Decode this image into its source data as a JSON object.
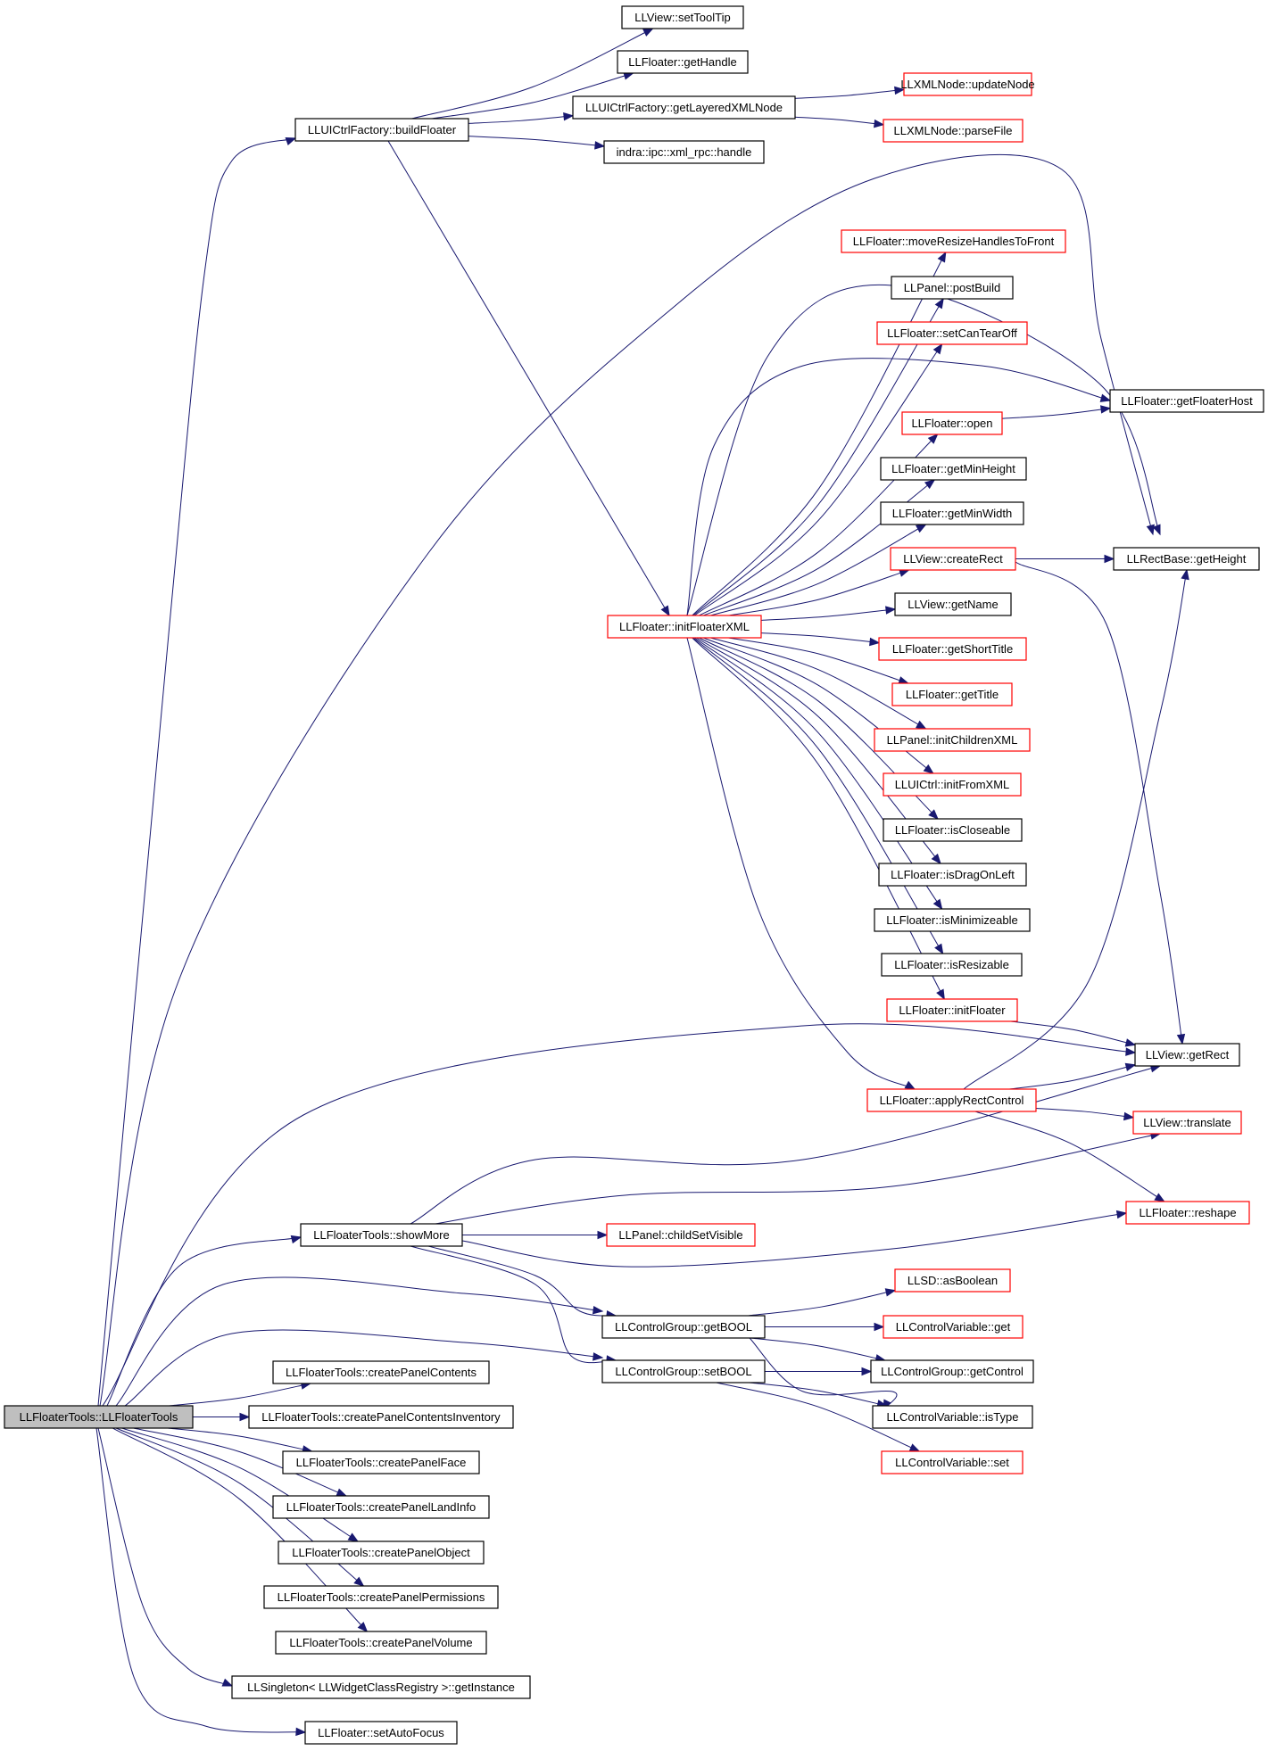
{
  "colors": {
    "edge": "#191970",
    "node_border": "#000000",
    "truncated_border": "#ff0000",
    "root_fill": "#bfbfbf",
    "node_fill": "#ffffff"
  },
  "nodes": [
    {
      "id": "root",
      "label": "LLFloaterTools::LLFloaterTools",
      "style": "root"
    },
    {
      "id": "setToolTip",
      "label": "LLView::setToolTip",
      "style": "normal"
    },
    {
      "id": "getHandle",
      "label": "LLFloater::getHandle",
      "style": "normal"
    },
    {
      "id": "getLayeredXMLNode",
      "label": "LLUICtrlFactory::getLayeredXMLNode",
      "style": "normal"
    },
    {
      "id": "updateNode",
      "label": "LLXMLNode::updateNode",
      "style": "truncated"
    },
    {
      "id": "parseFile",
      "label": "LLXMLNode::parseFile",
      "style": "truncated"
    },
    {
      "id": "buildFloater",
      "label": "LLUICtrlFactory::buildFloater",
      "style": "normal"
    },
    {
      "id": "xmlrpcHandle",
      "label": "indra::ipc::xml_rpc::handle",
      "style": "normal"
    },
    {
      "id": "moveResize",
      "label": "LLFloater::moveResizeHandlesToFront",
      "style": "truncated"
    },
    {
      "id": "postBuild",
      "label": "LLPanel::postBuild",
      "style": "normal"
    },
    {
      "id": "setCanTearOff",
      "label": "LLFloater::setCanTearOff",
      "style": "truncated"
    },
    {
      "id": "getFloaterHost",
      "label": "LLFloater::getFloaterHost",
      "style": "normal"
    },
    {
      "id": "open",
      "label": "LLFloater::open",
      "style": "truncated"
    },
    {
      "id": "getMinHeight",
      "label": "LLFloater::getMinHeight",
      "style": "normal"
    },
    {
      "id": "getMinWidth",
      "label": "LLFloater::getMinWidth",
      "style": "normal"
    },
    {
      "id": "createRect",
      "label": "LLView::createRect",
      "style": "truncated"
    },
    {
      "id": "getHeight",
      "label": "LLRectBase::getHeight",
      "style": "normal"
    },
    {
      "id": "initFloaterXML",
      "label": "LLFloater::initFloaterXML",
      "style": "truncated"
    },
    {
      "id": "getName",
      "label": "LLView::getName",
      "style": "normal"
    },
    {
      "id": "getShortTitle",
      "label": "LLFloater::getShortTitle",
      "style": "truncated"
    },
    {
      "id": "getTitle",
      "label": "LLFloater::getTitle",
      "style": "truncated"
    },
    {
      "id": "initChildrenXML",
      "label": "LLPanel::initChildrenXML",
      "style": "truncated"
    },
    {
      "id": "initFromXML",
      "label": "LLUICtrl::initFromXML",
      "style": "truncated"
    },
    {
      "id": "isCloseable",
      "label": "LLFloater::isCloseable",
      "style": "normal"
    },
    {
      "id": "isDragOnLeft",
      "label": "LLFloater::isDragOnLeft",
      "style": "normal"
    },
    {
      "id": "isMinimizeable",
      "label": "LLFloater::isMinimizeable",
      "style": "normal"
    },
    {
      "id": "isResizable",
      "label": "LLFloater::isResizable",
      "style": "normal"
    },
    {
      "id": "initFloater",
      "label": "LLFloater::initFloater",
      "style": "truncated"
    },
    {
      "id": "getRect",
      "label": "LLView::getRect",
      "style": "normal"
    },
    {
      "id": "applyRectControl",
      "label": "LLFloater::applyRectControl",
      "style": "truncated"
    },
    {
      "id": "translate",
      "label": "LLView::translate",
      "style": "truncated"
    },
    {
      "id": "reshape",
      "label": "LLFloater::reshape",
      "style": "truncated"
    },
    {
      "id": "showMore",
      "label": "LLFloaterTools::showMore",
      "style": "normal"
    },
    {
      "id": "childSetVisible",
      "label": "LLPanel::childSetVisible",
      "style": "truncated"
    },
    {
      "id": "asBoolean",
      "label": "LLSD::asBoolean",
      "style": "truncated"
    },
    {
      "id": "getBOOL",
      "label": "LLControlGroup::getBOOL",
      "style": "normal"
    },
    {
      "id": "cvGet",
      "label": "LLControlVariable::get",
      "style": "truncated"
    },
    {
      "id": "setBOOL",
      "label": "LLControlGroup::setBOOL",
      "style": "normal"
    },
    {
      "id": "getControl",
      "label": "LLControlGroup::getControl",
      "style": "normal"
    },
    {
      "id": "isType",
      "label": "LLControlVariable::isType",
      "style": "normal"
    },
    {
      "id": "cvSet",
      "label": "LLControlVariable::set",
      "style": "truncated"
    },
    {
      "id": "cpContents",
      "label": "LLFloaterTools::createPanelContents",
      "style": "normal"
    },
    {
      "id": "cpContentsInv",
      "label": "LLFloaterTools::createPanelContentsInventory",
      "style": "normal"
    },
    {
      "id": "cpFace",
      "label": "LLFloaterTools::createPanelFace",
      "style": "normal"
    },
    {
      "id": "cpLandInfo",
      "label": "LLFloaterTools::createPanelLandInfo",
      "style": "normal"
    },
    {
      "id": "cpObject",
      "label": "LLFloaterTools::createPanelObject",
      "style": "normal"
    },
    {
      "id": "cpPermissions",
      "label": "LLFloaterTools::createPanelPermissions",
      "style": "normal"
    },
    {
      "id": "cpVolume",
      "label": "LLFloaterTools::createPanelVolume",
      "style": "normal"
    },
    {
      "id": "getInstance",
      "label": "LLSingleton< LLWidgetClassRegistry >::getInstance",
      "style": "normal"
    },
    {
      "id": "setAutoFocus",
      "label": "LLFloater::setAutoFocus",
      "style": "normal"
    }
  ],
  "edges": [
    {
      "from": "root",
      "to": "buildFloater"
    },
    {
      "from": "root",
      "to": "initFloaterXML"
    },
    {
      "from": "root",
      "to": "getRect"
    },
    {
      "from": "root",
      "to": "showMore"
    },
    {
      "from": "root",
      "to": "getBOOL"
    },
    {
      "from": "root",
      "to": "setBOOL"
    },
    {
      "from": "root",
      "to": "cpContents"
    },
    {
      "from": "root",
      "to": "cpContentsInv"
    },
    {
      "from": "root",
      "to": "cpFace"
    },
    {
      "from": "root",
      "to": "cpLandInfo"
    },
    {
      "from": "root",
      "to": "cpObject"
    },
    {
      "from": "root",
      "to": "cpPermissions"
    },
    {
      "from": "root",
      "to": "cpVolume"
    },
    {
      "from": "root",
      "to": "getInstance"
    },
    {
      "from": "root",
      "to": "setAutoFocus"
    },
    {
      "from": "buildFloater",
      "to": "setToolTip"
    },
    {
      "from": "buildFloater",
      "to": "getHandle"
    },
    {
      "from": "buildFloater",
      "to": "getLayeredXMLNode"
    },
    {
      "from": "buildFloater",
      "to": "xmlrpcHandle"
    },
    {
      "from": "buildFloater",
      "to": "initFloaterXML"
    },
    {
      "from": "getLayeredXMLNode",
      "to": "updateNode"
    },
    {
      "from": "getLayeredXMLNode",
      "to": "parseFile"
    },
    {
      "from": "initFloaterXML",
      "to": "moveResize"
    },
    {
      "from": "initFloaterXML",
      "to": "postBuild"
    },
    {
      "from": "initFloaterXML",
      "to": "setCanTearOff"
    },
    {
      "from": "initFloaterXML",
      "to": "getFloaterHost"
    },
    {
      "from": "initFloaterXML",
      "to": "open"
    },
    {
      "from": "initFloaterXML",
      "to": "getMinHeight"
    },
    {
      "from": "initFloaterXML",
      "to": "getMinWidth"
    },
    {
      "from": "initFloaterXML",
      "to": "createRect"
    },
    {
      "from": "initFloaterXML",
      "to": "getName"
    },
    {
      "from": "initFloaterXML",
      "to": "getShortTitle"
    },
    {
      "from": "initFloaterXML",
      "to": "getTitle"
    },
    {
      "from": "initFloaterXML",
      "to": "initChildrenXML"
    },
    {
      "from": "initFloaterXML",
      "to": "initFromXML"
    },
    {
      "from": "initFloaterXML",
      "to": "isCloseable"
    },
    {
      "from": "initFloaterXML",
      "to": "isDragOnLeft"
    },
    {
      "from": "initFloaterXML",
      "to": "isMinimizeable"
    },
    {
      "from": "initFloaterXML",
      "to": "isResizable"
    },
    {
      "from": "initFloaterXML",
      "to": "initFloater"
    },
    {
      "from": "initFloaterXML",
      "to": "applyRectControl"
    },
    {
      "from": "open",
      "to": "getFloaterHost"
    },
    {
      "from": "createRect",
      "to": "getHeight"
    },
    {
      "from": "createRect",
      "to": "getRect"
    },
    {
      "from": "initFloater",
      "to": "getRect"
    },
    {
      "from": "applyRectControl",
      "to": "getHeight"
    },
    {
      "from": "applyRectControl",
      "to": "getRect"
    },
    {
      "from": "applyRectControl",
      "to": "translate"
    },
    {
      "from": "applyRectControl",
      "to": "reshape"
    },
    {
      "from": "showMore",
      "to": "getRect"
    },
    {
      "from": "showMore",
      "to": "translate"
    },
    {
      "from": "showMore",
      "to": "childSetVisible"
    },
    {
      "from": "showMore",
      "to": "reshape"
    },
    {
      "from": "showMore",
      "to": "getBOOL"
    },
    {
      "from": "showMore",
      "to": "setBOOL"
    },
    {
      "from": "getBOOL",
      "to": "asBoolean"
    },
    {
      "from": "getBOOL",
      "to": "cvGet"
    },
    {
      "from": "getBOOL",
      "to": "getControl"
    },
    {
      "from": "getBOOL",
      "to": "isType"
    },
    {
      "from": "setBOOL",
      "to": "getControl"
    },
    {
      "from": "setBOOL",
      "to": "isType"
    },
    {
      "from": "setBOOL",
      "to": "cvSet"
    },
    {
      "from": "initFloaterXML",
      "to": "getHeight"
    }
  ]
}
